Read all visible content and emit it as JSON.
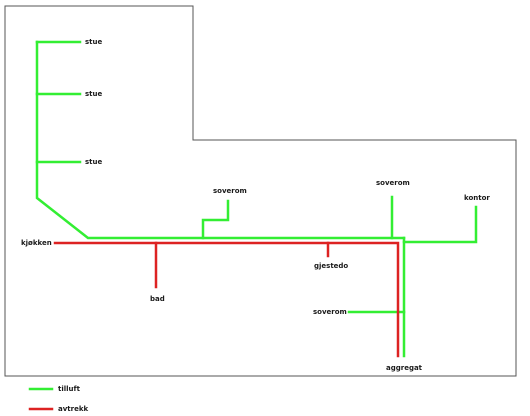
{
  "colors": {
    "outline": "#555555",
    "supply": "#33ee33",
    "exhaust": "#dd2222",
    "text": "#1a1a1a"
  },
  "rooms": {
    "stue_1": "stue",
    "stue_2": "stue",
    "stue_3": "stue",
    "soverom_1": "soverom",
    "soverom_2": "soverom",
    "soverom_3": "soverom",
    "kontor": "kontor",
    "kjokken": "kjøkken",
    "gjestedo": "gjestedo",
    "bad": "bad",
    "aggregat": "aggregat"
  },
  "legend": {
    "supply_label": "tilluft",
    "exhaust_label": "avtrekk"
  }
}
